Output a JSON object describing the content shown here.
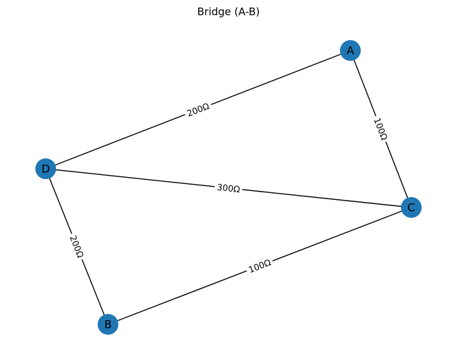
{
  "title": "Bridge (A-B)",
  "node_color": "#1f77b4",
  "edge_color": "#000000",
  "nodes": [
    {
      "id": "A",
      "label": "A"
    },
    {
      "id": "B",
      "label": "B"
    },
    {
      "id": "C",
      "label": "C"
    },
    {
      "id": "D",
      "label": "D"
    }
  ],
  "edges": [
    {
      "source": "A",
      "target": "D",
      "label": "200Ω"
    },
    {
      "source": "A",
      "target": "C",
      "label": "100Ω"
    },
    {
      "source": "D",
      "target": "C",
      "label": "300Ω"
    },
    {
      "source": "D",
      "target": "B",
      "label": "200Ω"
    },
    {
      "source": "B",
      "target": "C",
      "label": "100Ω"
    }
  ]
}
